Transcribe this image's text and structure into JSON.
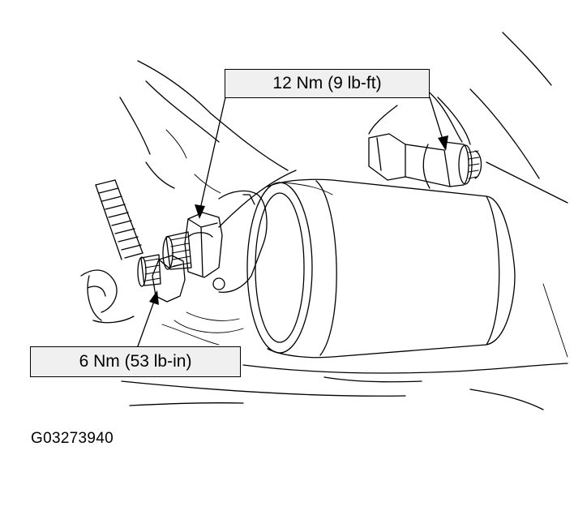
{
  "callouts": {
    "upper_torque": "12 Nm (9 lb-ft)",
    "lower_torque": "6 Nm (53 lb-in)"
  },
  "figure_id": "G03273940",
  "colors": {
    "line": "#000000",
    "callout_fill": "#f0f0f0",
    "background": "#ffffff"
  }
}
